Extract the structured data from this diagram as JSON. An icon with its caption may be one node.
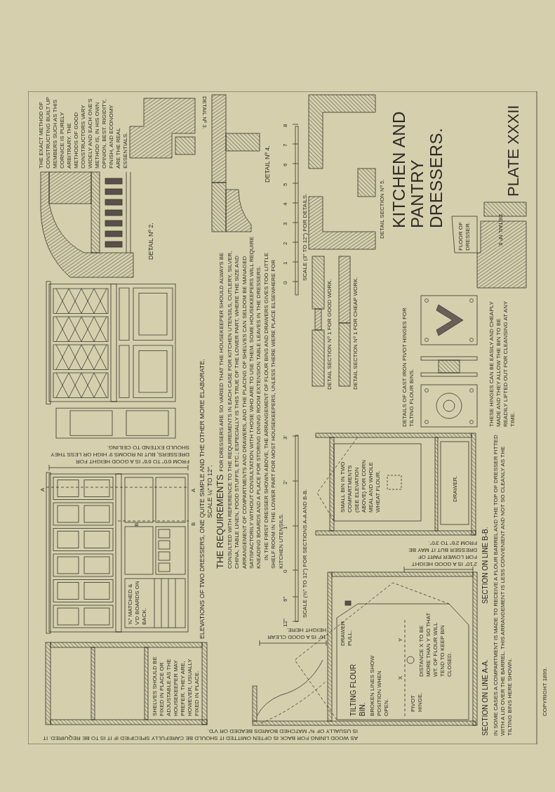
{
  "diagram": {
    "title": "KITCHEN AND PANTRY DRESSERS.",
    "labels": [
      "AS WOOD LINING FOR BACK IS OFTEN OMITTED IT SHOULD BE CAREFULLY SPECIFIED IF IT IS TO BE REQUIRED. IT IS USUALLY OF ⅝\" MATCHED BOARDS BEADED OR V'D.",
      "SHELVES SHOULD BE FIXED IN PLACE OR ADJUSTABLE AS THE HOUSEKEEPER MAY PREFER. THEY ARE, HOWEVER, USUALLY FIXED IN PLACE.",
      "A",
      "FROM 6'0\" TO 6'6\" IS A GOOD HEIGHT FOR DRESSERS, BUT IN ROOMS 9' HIGH OR LESS THEY SHOULD EXTEND TO CEILING.",
      "⅝\" MATCHED & V'D BOARDS ON BACK.",
      "B",
      "B",
      "A",
      "THE EXACT METHOD OF CONSTRUCTING BUILT UP MEMBERS SUCH AS THIS CORNICE IS PURELY ARBITRARY. THE METHODS OF GOOD CONSTRUCTORS VARY WIDELY AND EACH ONE'S METHOD IS, IN HIS OWN OPINION, BEST. RIGIDITY, FINISH, AND ECONOMY ARE THE REAL ESSENTIALS.",
      "DETAIL Nº 2.",
      "DETAIL Nº 3.",
      "ELEVATIONS OF TWO DRESSERS, ONE QUITE SIMPLE AND THE OTHER MORE ELABORATE.",
      "SCALE ¼\" TO 12\".",
      "THE REQUIREMENTS",
      "FOR DRESSERS ARE SO VARIED THAT THE HOUSEKEEPER SHOULD ALWAYS BE CONSULTED WITH REFERENCE TO THE REQUIREMENTS IN EACH CASE FOR KITCHEN UTENSILS, CUTLERY, SILVER, CHINA, TABLE LINEN, FOOD STUFFS, ETC.; ESPECIALLY IS THIS TRUE OF THE LOWER PART, WHERE THE SIZE AND ARRANGEMENT OF COMPARTMENTS AND DRAWERS, AND THE PLACING OF SHELVES CAN SELDOM BE MANAGED SATISFACTORILY WITHOUT CONSULTATION WITH THOSE WHO ARE TO USE THEM. SOME HOUSEKEEPERS WILL REQUIRE KNEADING BOARDS AND A PLACE FOR STORING DINING ROOM EXTENSION TABLE LEAVES IN THE DRESSERS.",
      "IN THE FIRST DRESSER SHOWN ABOVE, THE ARRANGEMENT OF FLOUR BINS AND DRAWERS GIVES TOO LITTLE SHELF ROOM IN THE LOWER PART FOR MOST HOUSEKEEPERS, UNLESS THERE WERE PLACE ELSEWHERE FOR KITCHEN UTENSILS.",
      "DETAIL Nº 4.",
      "12\"",
      "6\"",
      "0",
      "1'",
      "2'",
      "3'",
      "SCALE (¾\" TO 12\") FOR SECTIONS A-A AND B-B.",
      "0",
      "1",
      "2",
      "3",
      "4",
      "5",
      "6",
      "7",
      "8",
      "SCALE (3\" TO 12\") FOR DETAILS.",
      "16\" IS A GOOD CLEAR HEIGHT HERE.",
      "DETAIL SECTION Nº 1 FOR GOOD WORK.",
      "DETAIL SECTION Nº 1 FOR CHEAP WORK.",
      "TILTING FLOUR BIN.",
      "BROKEN LINES SHOW POSITION WHEN OPEN.",
      "DRAWER PULL.",
      "SMALL BIN IN TWO COMPARTMENTS (SEE ELEVATION ABOVE) FOR CORN MEAL AND WHOLE WHEAT FLOUR.",
      "X",
      "Y",
      "PIVOT HINGE.",
      "DISTANCE X TO BE MORE THAN Y SO THAT WT. OF FLOUR WILL TEND TO KEEP BIN CLOSED.",
      "2'10\" IS A GOOD HEIGHT FOR LOWER PART OF DRESSER BUT IT MAY BE FROM 2'6\" TO 3'0\".",
      "DRAWER.",
      "DETAIL SECTION Nº 5.",
      "DETAILS OF CAST IRON PIVOT HINGES FOR TILTING FLOUR BINS.",
      "SECTION ON LINE A-A.",
      "SECTION ON LINE B-B.",
      "IN SOME CASES A COMPARTMENT IS MADE TO RECEIVE A FLOUR BARREL AND THE TOP OF DRESSER FITTED WITH A LID OVER THE BARREL. THIS ARRANGEMENT IS LESS CONVENIENT AND NOT SO CLEANLY AS THE TILTING BINS HERE SHOWN.",
      "THESE HINGES CAN BE EASILY AND CHEAPLY MADE AND THEY ALLOW THE BIN TO BE READILY LIFTED OUT FOR CLEANSING AT ANY TIME.",
      "FLOOR OF DRESSER.",
      "DETAIL Nº 6.",
      "PLATE XXXII",
      "COPYRIGHT 1899."
    ]
  }
}
